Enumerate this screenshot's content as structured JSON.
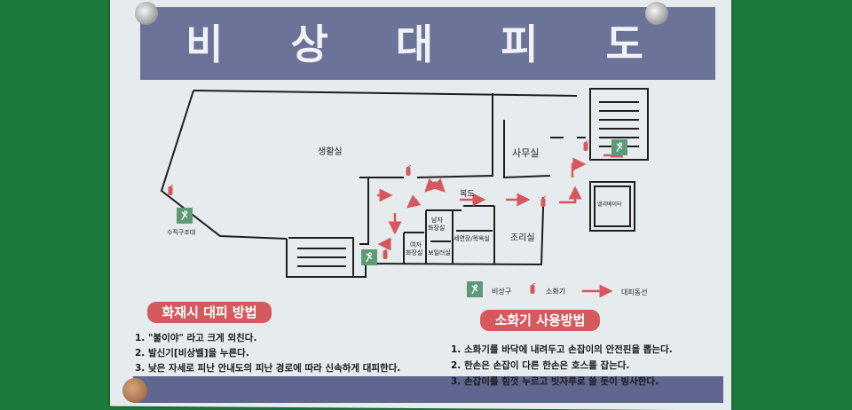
{
  "title": "비 상 대 피 도",
  "floor_plan": {
    "rooms": {
      "living": "생활실",
      "office": "사무실",
      "corridor": "복도",
      "mens_restroom": [
        "남자",
        "화장실"
      ],
      "womens_restroom": [
        "여자",
        "화장실"
      ],
      "boiler": "보일러실",
      "washroom": "세면장/목욕실",
      "kitchen": "조리실",
      "elevator": "엘리베이터",
      "rescue_chute": "수직구조대"
    },
    "legend": {
      "exit": "비상구",
      "extinguisher": "소화기",
      "route": "대피동선"
    },
    "colors": {
      "route": "#d4585e",
      "exit": "#5e9a78",
      "header": "#6b7398"
    }
  },
  "fire_evacuation": {
    "heading": "화재시 대피 방법",
    "steps": [
      "1. \"불이야\" 라고 크게 외친다.",
      "2. 발신기[비상벨]을 누른다.",
      "3. 낮은 자세로 피난 안내도의 피난 경로에 따라 신속하게 대피한다."
    ]
  },
  "extinguisher_usage": {
    "heading": "소화기 사용방법",
    "steps": [
      "1. 소화기를 바닥에 내려두고 손잡이의 안전핀을 뽑는다.",
      "2. 한손은 손잡이 다른 한손은 호스를 잡는다.",
      "3. 손잡이를 힘껏 누르고 빗자루로 쓸 듯이 빙사한다."
    ]
  }
}
